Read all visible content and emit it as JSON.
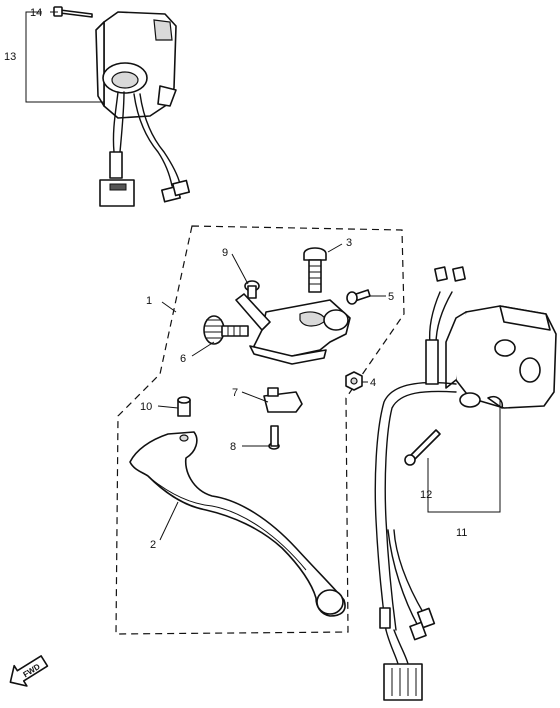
{
  "callouts": {
    "c1": "1",
    "c2": "2",
    "c3": "3",
    "c4": "4",
    "c5": "5",
    "c6": "6",
    "c7": "7",
    "c8": "8",
    "c9": "9",
    "c10": "10",
    "c11": "11",
    "c12": "12",
    "c13": "13",
    "c14": "14"
  },
  "fwd_label": "FWD"
}
